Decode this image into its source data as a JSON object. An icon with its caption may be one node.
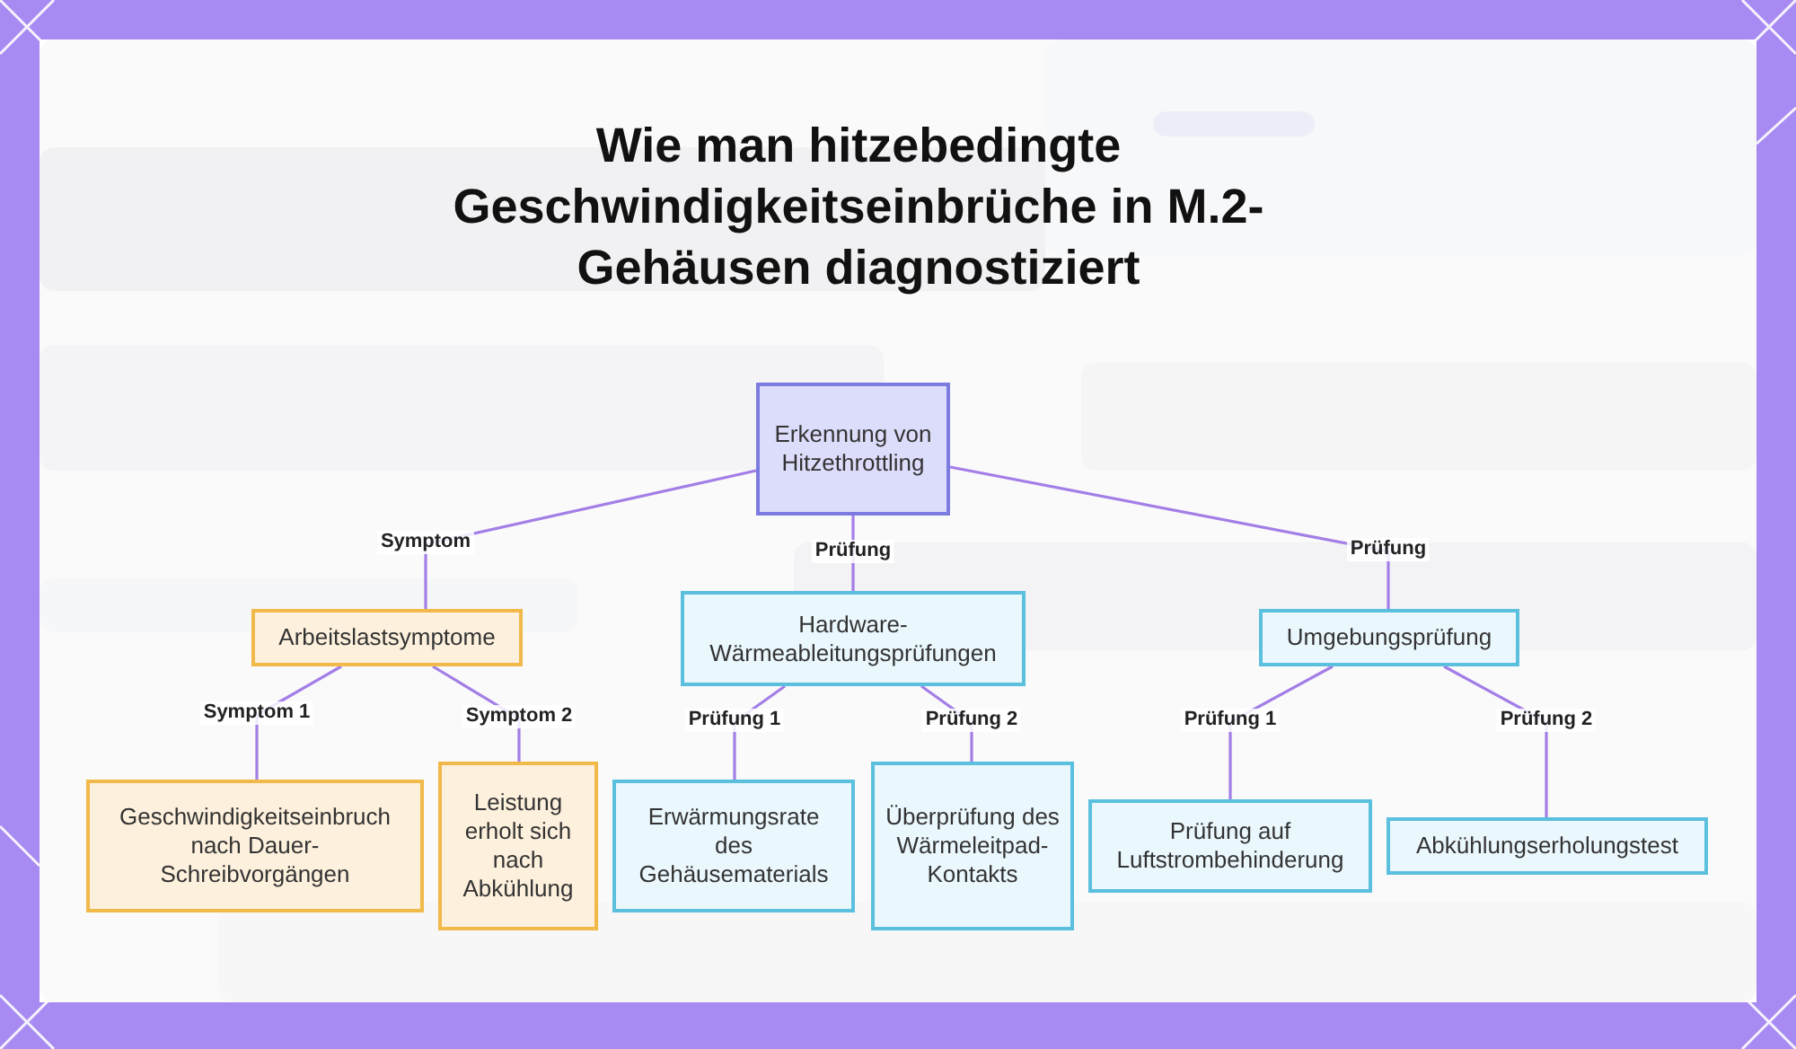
{
  "diagram": {
    "title": "Wie man hitzebedingte Geschwindigkeitseinbrüche in M.2-Gehäusen diagnostiziert",
    "nodes": [
      {
        "text": [
          "Erkennung von Hitzethrottling"
        ]
      },
      {
        "text": [
          "Arbeitslastsymptome"
        ]
      },
      {
        "text": [
          "Hardware-Wärmeableitungsprüfungen"
        ]
      },
      {
        "text": [
          "Umgebungsprüfung"
        ]
      },
      {
        "text": [
          "Geschwindigkeitseinbruch nach Dauer-Schreibvorgängen"
        ]
      },
      {
        "text": [
          "Leistung erholt sich nach Abkühlung"
        ]
      },
      {
        "text": [
          "Erwärmungsrate des Gehäusematerials"
        ]
      },
      {
        "text": [
          "Überprüfung des Wärmeleitpad-Kontakts"
        ]
      },
      {
        "text": [
          "Prüfung auf Luftstrombehinderung"
        ]
      },
      {
        "text": [
          "Abkühlungserholungstest"
        ]
      }
    ],
    "edges": [
      {
        "from": 0,
        "to": 1,
        "arrow": "none",
        "label": "Symptom"
      },
      {
        "from": 0,
        "to": 2,
        "arrow": "none",
        "label": "Prüfung"
      },
      {
        "from": 0,
        "to": 3,
        "arrow": "none",
        "label": "Prüfung"
      },
      {
        "from": 1,
        "to": 4,
        "arrow": "none",
        "label": "Symptom 1"
      },
      {
        "from": 1,
        "to": 5,
        "arrow": "none",
        "label": "Symptom 2"
      },
      {
        "from": 2,
        "to": 6,
        "arrow": "none",
        "label": "Prüfung 1"
      },
      {
        "from": 2,
        "to": 7,
        "arrow": "none",
        "label": "Prüfung 2"
      },
      {
        "from": 3,
        "to": 8,
        "arrow": "none",
        "label": "Prüfung 1"
      },
      {
        "from": 3,
        "to": 9,
        "arrow": "none",
        "label": "Prüfung 2"
      }
    ]
  }
}
